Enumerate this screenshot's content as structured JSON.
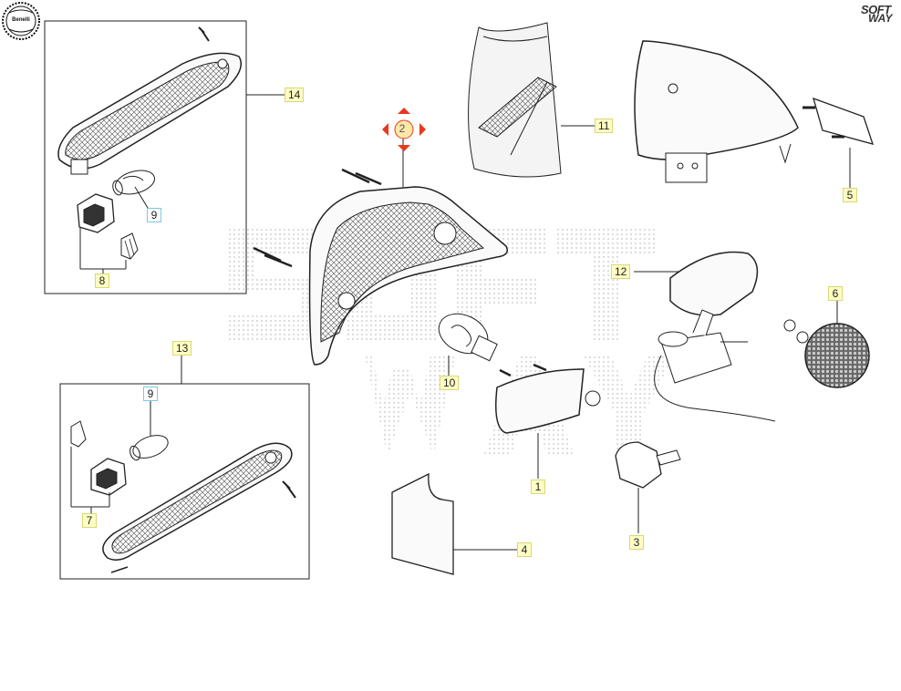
{
  "brand": {
    "logo_text": "Benelli",
    "watermark_line1": "SOFT",
    "watermark_line2": "WAY"
  },
  "callouts": [
    {
      "id": "14",
      "style": "yellow"
    },
    {
      "id": "9",
      "style": "blue"
    },
    {
      "id": "8",
      "style": "yellow"
    },
    {
      "id": "13",
      "style": "yellow"
    },
    {
      "id": "9",
      "style": "blue"
    },
    {
      "id": "7",
      "style": "yellow"
    },
    {
      "id": "2",
      "style": "selected"
    },
    {
      "id": "10",
      "style": "yellow"
    },
    {
      "id": "11",
      "style": "yellow"
    },
    {
      "id": "5",
      "style": "yellow"
    },
    {
      "id": "12",
      "style": "yellow"
    },
    {
      "id": "6",
      "style": "yellow"
    },
    {
      "id": "1",
      "style": "yellow"
    },
    {
      "id": "3",
      "style": "yellow"
    },
    {
      "id": "4",
      "style": "yellow"
    }
  ],
  "colors": {
    "label_bg": "#fdfdc4",
    "label_border": "#d8d878",
    "selected_marker": "#e8391e",
    "line": "#222222"
  }
}
